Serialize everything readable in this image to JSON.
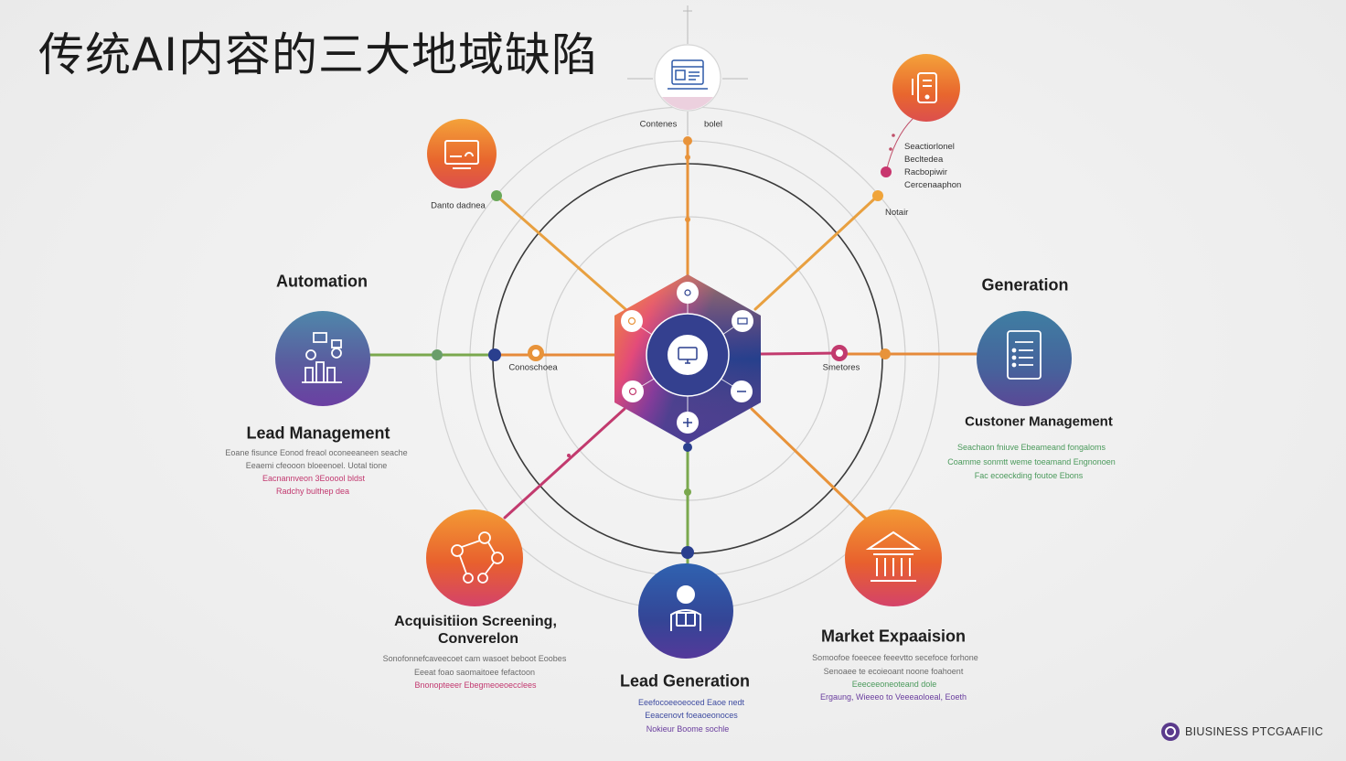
{
  "title": "传统AI内容的三大地域缺陷",
  "top_node": {
    "label_left": "Contenes",
    "label_right": "bolel"
  },
  "top_left_node": {
    "label": "Danto dadnea"
  },
  "top_right_node": {
    "lines": [
      "Seactiorlonel",
      "Becltedea",
      "Racbopiwir",
      "Cercenaaphon"
    ],
    "footer": "Notair"
  },
  "left_node": {
    "heading": "Automation",
    "subheading": "Lead Management",
    "description": [
      "Eoane fisunce Eonod freaol oconeeaneen seache",
      "Eeaemi cfeooon bloeenoel. Uotal tione",
      "Eacnannveon 3Eooool bldst",
      "Radchy bulthep dea"
    ]
  },
  "right_node": {
    "heading": "Generation",
    "subheading": "Custoner Management",
    "description": [
      "Seachaon fniuve Ebeameand fongaloms",
      "Coamme sonmtt weme toeamand Engnonoen",
      "Fac ecoeckding foutoe Ebons"
    ]
  },
  "bottom_left_node": {
    "heading_line1": "Acquisitiion Screening,",
    "heading_line2": "Converelon",
    "description": [
      "Sonofonnefcaveecoet cam wasoet beboot Eoobes",
      "Eeeat foao saomaitoee fefactoon",
      "Bnonopteeer Ebegmeoeoecclees"
    ]
  },
  "bottom_node": {
    "heading": "Lead Generation",
    "description": [
      "Eeefocoeeoeoced Eaoe nedt",
      "Eeacenovt foeaoeonoces",
      "Nokieur Boome sochle"
    ]
  },
  "bottom_right_node": {
    "heading": "Market Expaaision",
    "description": [
      "Somoofoe foeecee feeevtto secefoce forhone",
      "Senoaee te ecoieoant noone foahoent",
      "Eeeceeoneoteand dole",
      "Ergaung, Wieeeo to Veeeaoloeal, Eoeth"
    ]
  },
  "connector_labels": {
    "left": "Conoschoea",
    "right": "Smetores"
  },
  "brand": {
    "name": "BIUSINESS PTCGAAFIIC",
    "icon": "circle-logo-icon"
  },
  "palette": {
    "orange": "#e8933a",
    "green": "#7aa84e",
    "magenta": "#c23a6e",
    "navy": "#2a3f8e",
    "purple": "#6a3e9e",
    "background": "#efefef"
  }
}
